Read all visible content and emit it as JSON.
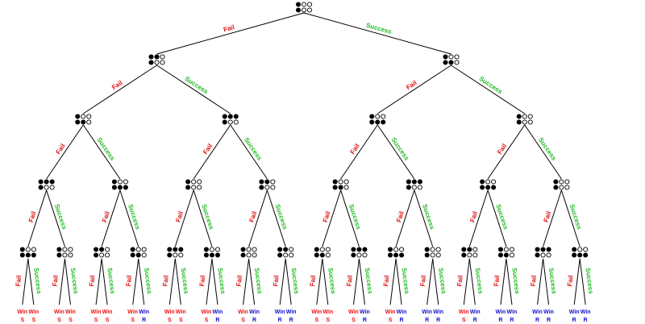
{
  "labels": {
    "fail": "Fail",
    "success": "Success",
    "win": "Win",
    "s": "S",
    "r": "R"
  },
  "colors": {
    "fail": "#dd1111",
    "success": "#22bb22",
    "win_s": "#ee1111",
    "win_r": "#1111cc",
    "edge": "#000000",
    "dot_filled": "#000000",
    "dot_hollow": "#ffffff"
  },
  "leaves": [
    "S",
    "S",
    "S",
    "S",
    "S",
    "S",
    "S",
    "R",
    "S",
    "S",
    "S",
    "R",
    "S",
    "R",
    "R",
    "R",
    "S",
    "S",
    "S",
    "R",
    "S",
    "R",
    "R",
    "R",
    "S",
    "R",
    "R",
    "R",
    "R",
    "R",
    "R",
    "R"
  ]
}
